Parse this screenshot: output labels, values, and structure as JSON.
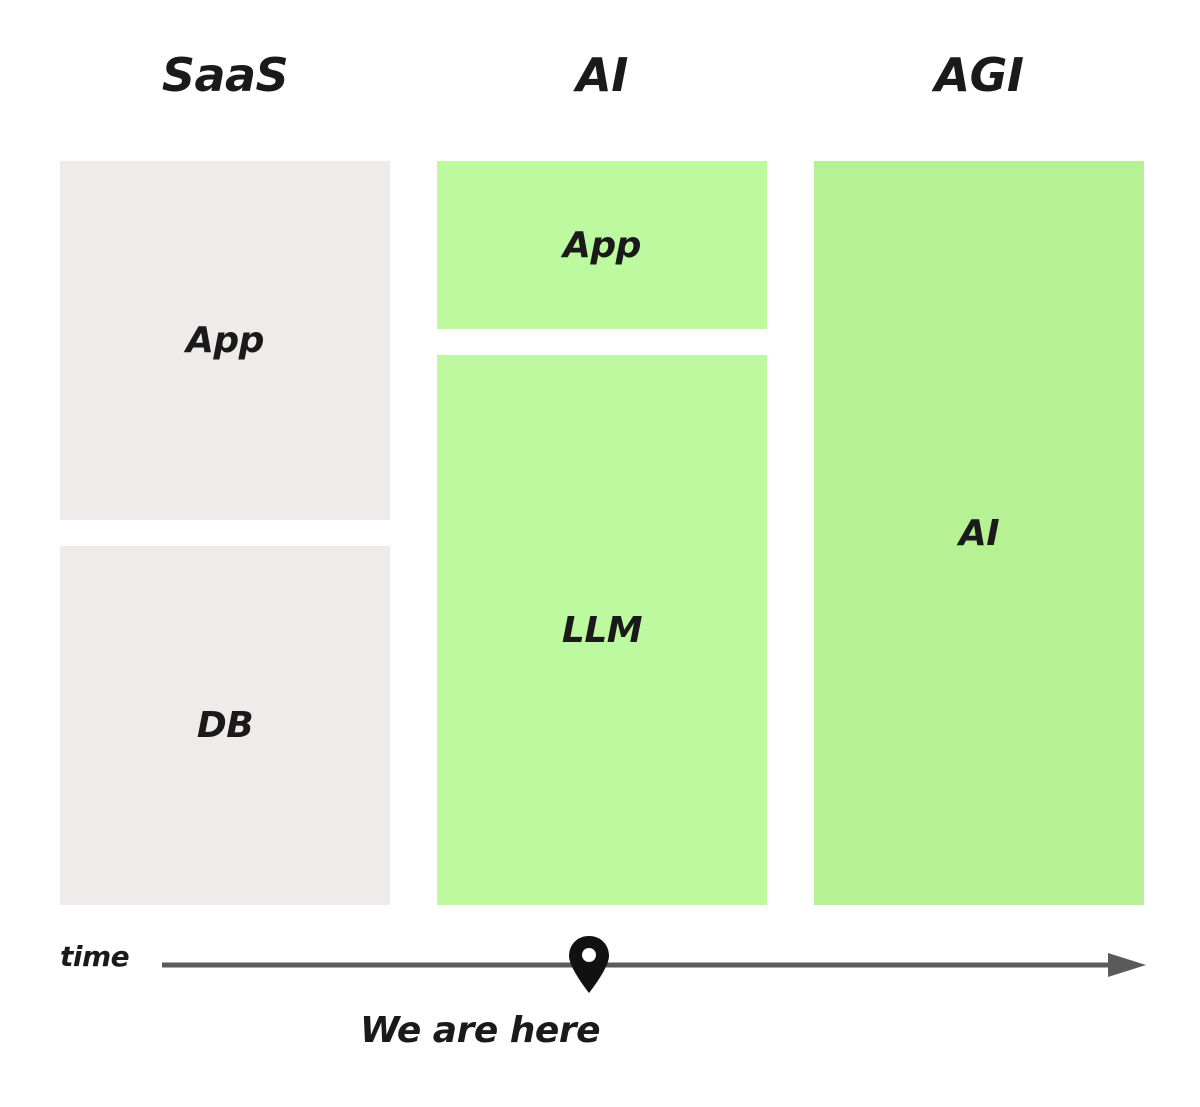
{
  "columns": [
    {
      "title": "SaaS"
    },
    {
      "title": "AI"
    },
    {
      "title": "AGI"
    }
  ],
  "blocks": {
    "saas_app": "App",
    "saas_db": "DB",
    "ai_app": "App",
    "ai_llm": "LLM",
    "agi_ai": "AI"
  },
  "timeline": {
    "label": "time",
    "marker_label": "We are here",
    "marker_icon": "location-pin-icon",
    "line_color": "#5a5a5a"
  },
  "colors": {
    "saas_fill": "#efebeb",
    "ai_fill": "#bdf99f",
    "agi_fill": "#b6f294"
  }
}
